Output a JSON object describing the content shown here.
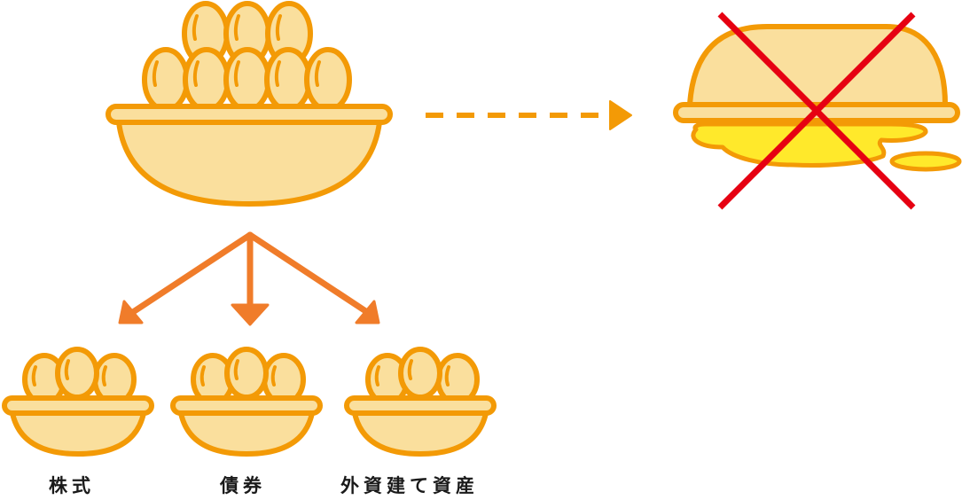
{
  "labels": {
    "stocks": "株式",
    "bonds": "債券",
    "foreign_assets": "外資建て資産"
  },
  "colors": {
    "stroke": "#F39A06",
    "fill": "#FADF9D",
    "arrow": "#F07C2A",
    "yolk": "#FFE92B",
    "cross": "#E60012"
  }
}
